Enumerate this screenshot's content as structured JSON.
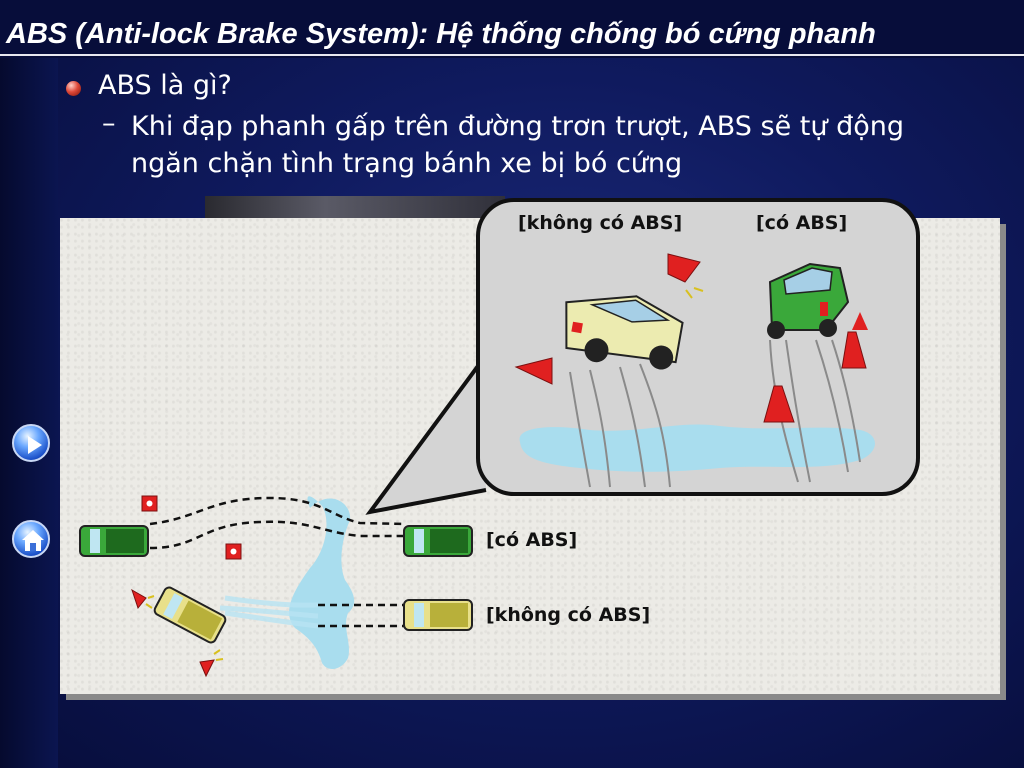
{
  "title": "ABS (Anti-lock Brake System): Hệ thống chống bó cứng phanh",
  "bullets": {
    "main": "ABS là gì?",
    "sub_dash": "–",
    "sub": "Khi đạp phanh gấp trên đường trơn trượt, ABS sẽ tự động ngăn chặn tình trạng bánh xe bị bó cứng"
  },
  "bubble": {
    "label_without": "[không có ABS]",
    "label_with": "[có ABS]"
  },
  "scene": {
    "label_with": "[có ABS]",
    "label_without": "[không có ABS]"
  },
  "nav": {
    "next_icon": "play-arrow-icon",
    "home_icon": "home-icon"
  },
  "colors": {
    "background": "#0f1a5e",
    "title_text": "#ffffff",
    "water": "#8fd6ec",
    "car_green": "#3aa83a",
    "car_yellow": "#e8e08a",
    "cone_red": "#e02020"
  }
}
